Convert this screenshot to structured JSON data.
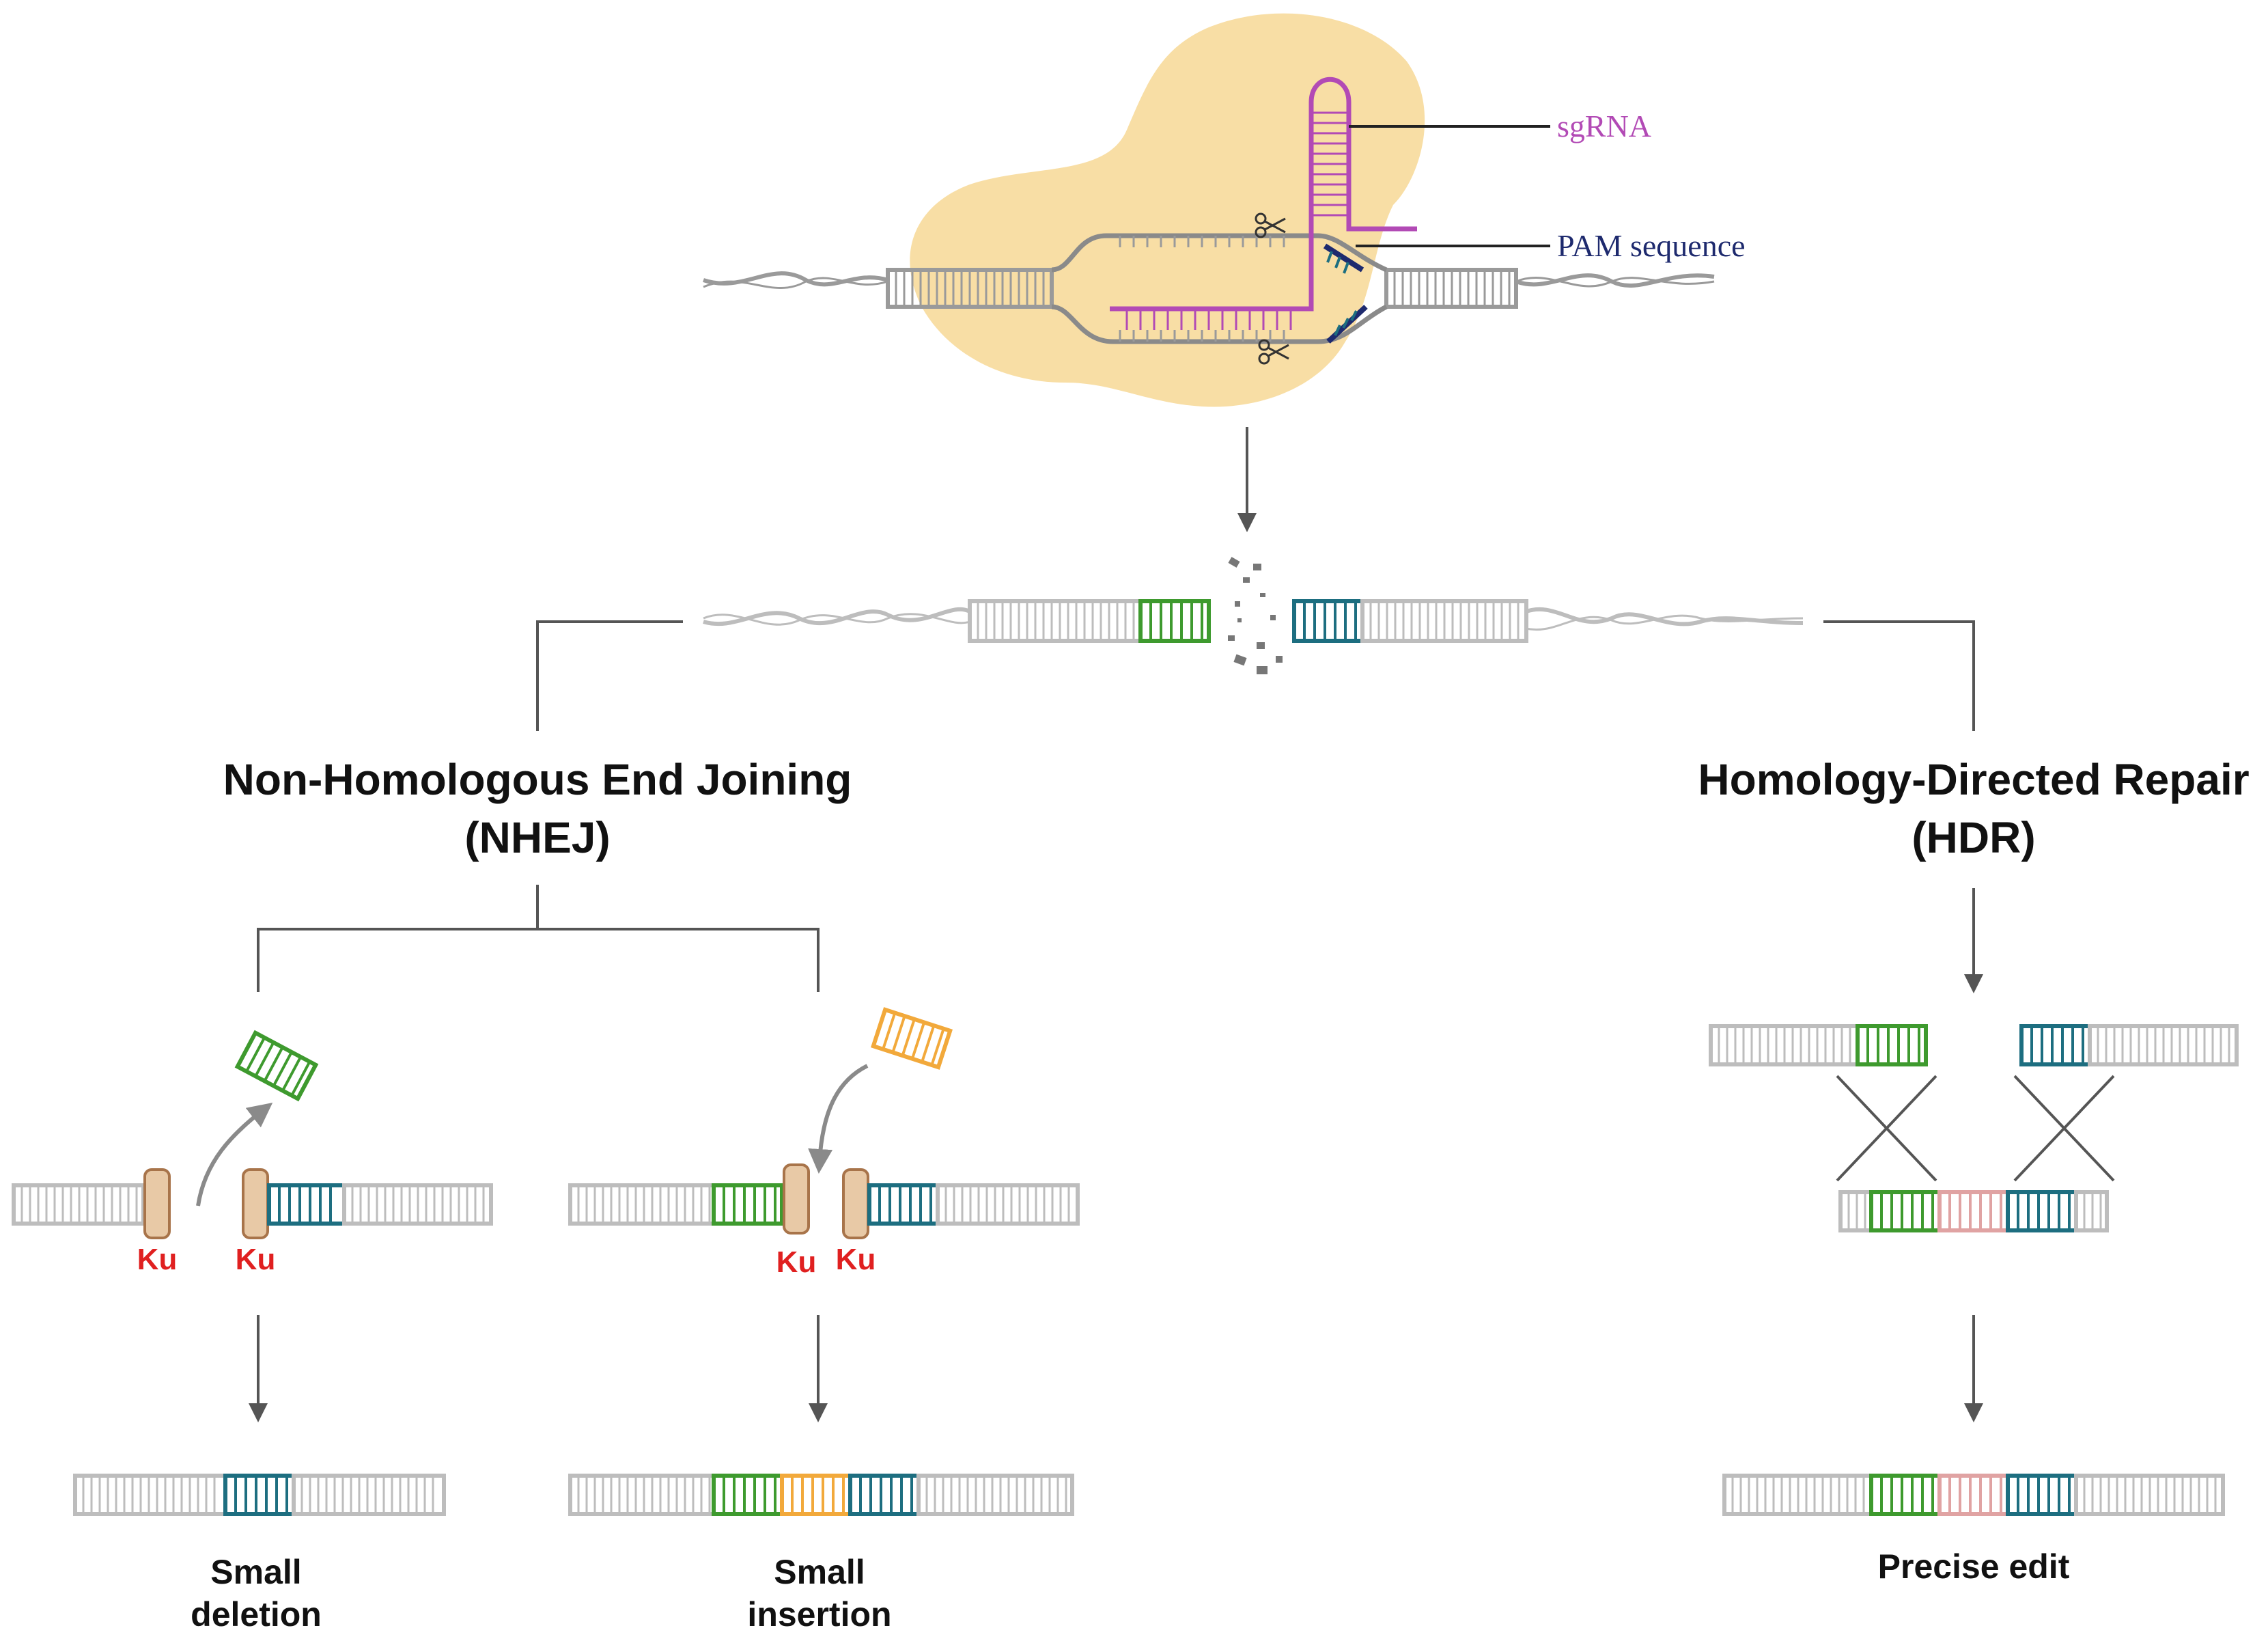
{
  "labels": {
    "sgrna": "sgRNA",
    "pam": "PAM sequence",
    "nhej_title": "Non-Homologous End Joining",
    "nhej_abbr": "(NHEJ)",
    "hdr_title": "Homology-Directed Repair",
    "hdr_abbr": "(HDR)",
    "ku": "Ku",
    "small_deletion_line1": "Small",
    "small_deletion_line2": "deletion",
    "small_insertion_line1": "Small",
    "small_insertion_line2": "insertion",
    "precise_edit": "Precise edit"
  },
  "colors": {
    "cas9_blob": "#F8DCA0",
    "sgrna": "#B24AB5",
    "pam": "#1E2A6E",
    "dna": "#9A9A9A",
    "green_segment": "#3E9A2E",
    "teal_segment": "#1D6E80",
    "orange_segment": "#F2A93B",
    "pink_segment": "#E0A3A3",
    "ku_protein": "#E8C9A6",
    "ku_text": "#E02020",
    "arrows": "#555555"
  }
}
